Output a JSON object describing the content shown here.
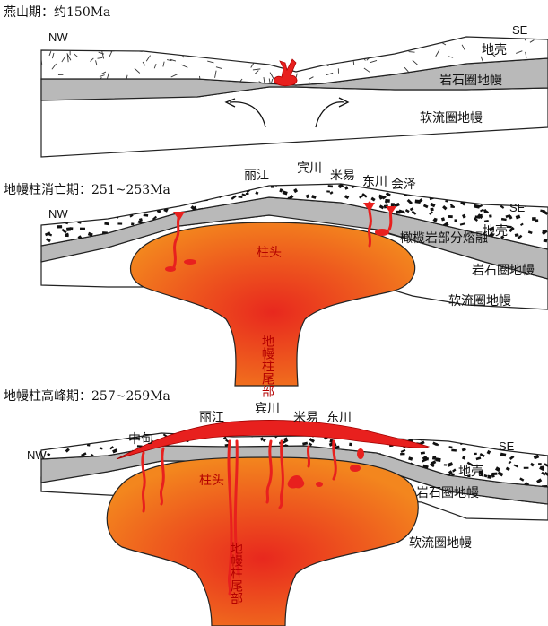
{
  "panels": [
    {
      "heading": "燕山期：约150Ma",
      "nw": "NW",
      "se": "SE",
      "crust": "地壳",
      "lithosphere": "岩石圈地幔",
      "asthenosphere": "软流圈地幔"
    },
    {
      "heading": "地幔柱消亡期：251~253Ma",
      "nw": "NW",
      "se": "SE",
      "places": [
        "丽江",
        "宾川",
        "米易",
        "东川",
        "会泽"
      ],
      "crust": "地壳",
      "melting": "橄榄岩部分熔融",
      "lithosphere": "岩石圈地幔",
      "asthenosphere": "软流圈地幔",
      "plume_head": "柱头",
      "plume_tail": "地幔柱尾部"
    },
    {
      "heading": "地幔柱高峰期：257~259Ma",
      "nw": "NW",
      "se": "SE",
      "places": [
        "中甸",
        "丽江",
        "宾川",
        "米易",
        "东川"
      ],
      "crust": "地壳",
      "lithosphere": "岩石圈地幔",
      "asthenosphere": "软流圈地幔",
      "plume_head": "柱头",
      "plume_tail": "地幔柱尾部"
    }
  ],
  "colors": {
    "crust_fill": "#ffffff",
    "lithosphere_fill": "#b9b9b9",
    "magma": "#e8201e",
    "plume_outer": "#f07a1e",
    "plume_core": "#e82a1e"
  }
}
